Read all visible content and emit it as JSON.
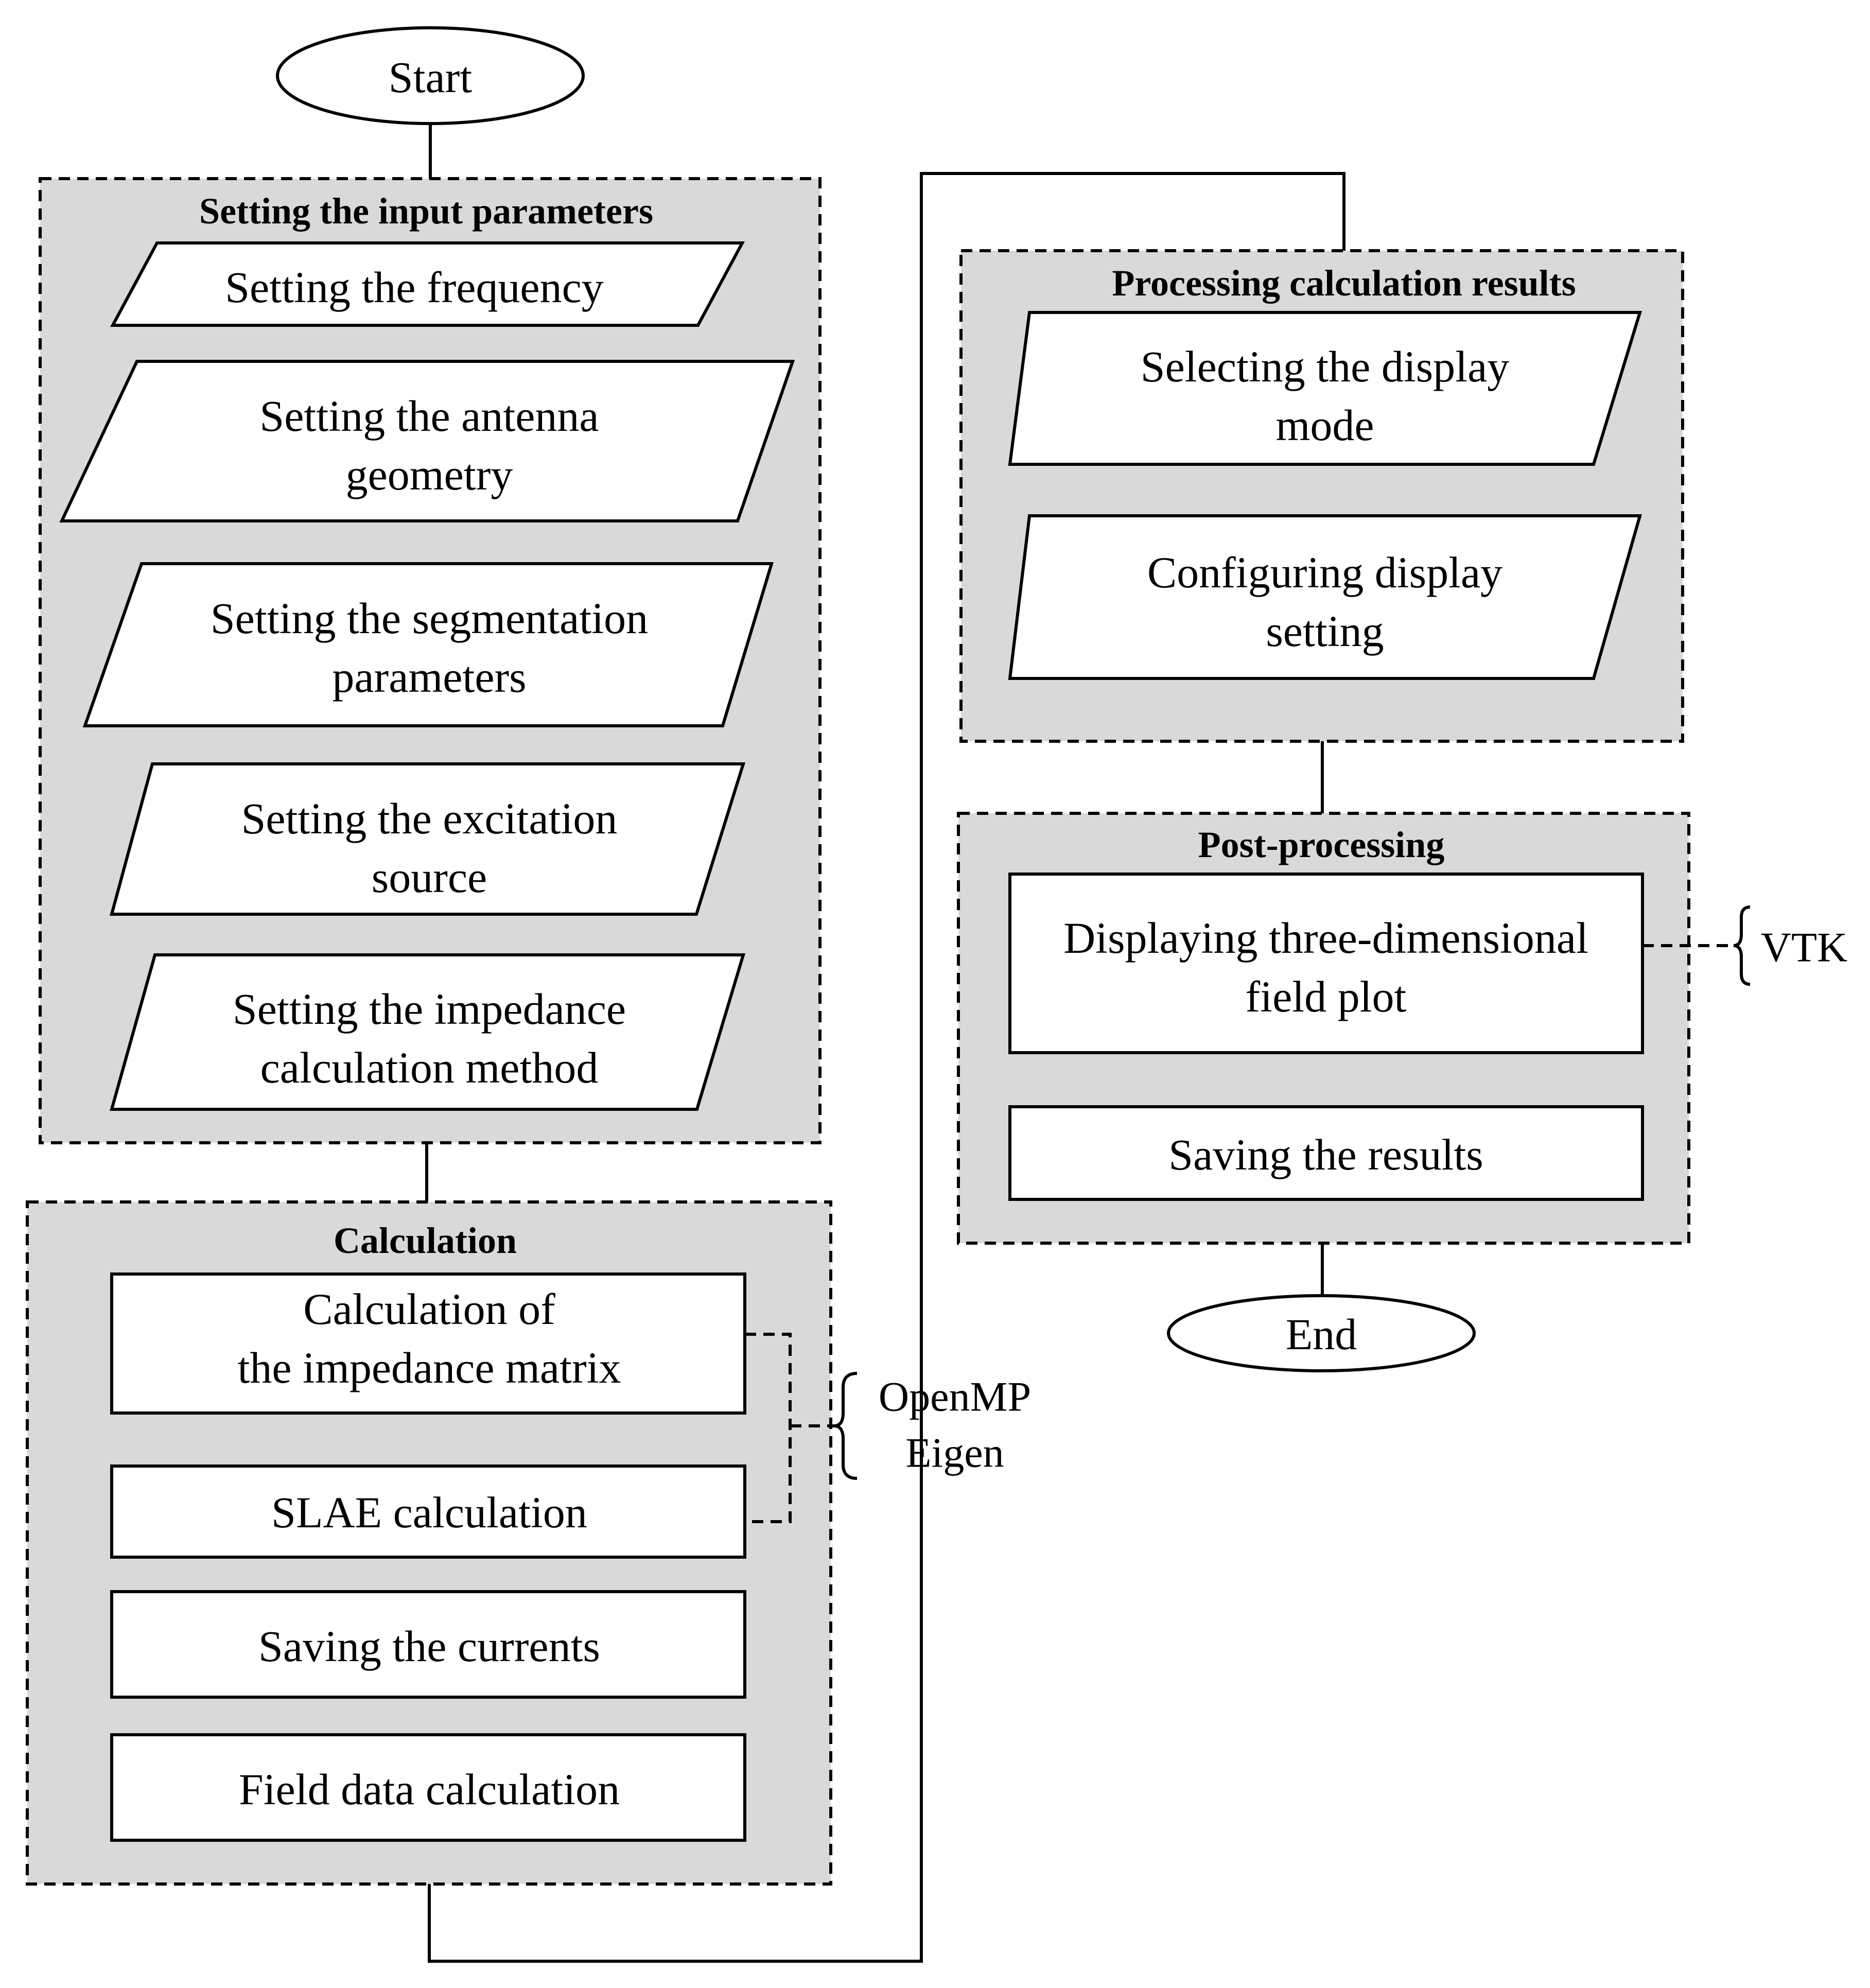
{
  "start": "Start",
  "end": "End",
  "groups": {
    "input": {
      "title": "Setting the input parameters",
      "steps": [
        [
          "Setting the frequency"
        ],
        [
          "Setting the antenna",
          "geometry"
        ],
        [
          "Setting the segmentation",
          "parameters"
        ],
        [
          "Setting the excitation",
          "source"
        ],
        [
          "Setting the impedance",
          "calculation method"
        ]
      ]
    },
    "calc": {
      "title": "Calculation",
      "steps": [
        [
          "Calculation of",
          "the impedance matrix"
        ],
        [
          "SLAE calculation"
        ],
        [
          "Saving the currents"
        ],
        [
          "Field data calculation"
        ]
      ]
    },
    "proc": {
      "title": "Processing calculation results",
      "steps": [
        [
          "Selecting the display",
          "mode"
        ],
        [
          "Configuring display",
          "setting"
        ]
      ]
    },
    "post": {
      "title": "Post-processing",
      "steps": [
        [
          "Displaying three-dimensional",
          "field plot"
        ],
        [
          "Saving the results"
        ]
      ]
    }
  },
  "annotations": {
    "libs_calc": [
      "OpenMP",
      "Eigen"
    ],
    "libs_post": [
      "VTK"
    ]
  },
  "colors": {
    "group_fill": "#d9d9d9",
    "box_fill": "#ffffff",
    "stroke": "#000000"
  }
}
